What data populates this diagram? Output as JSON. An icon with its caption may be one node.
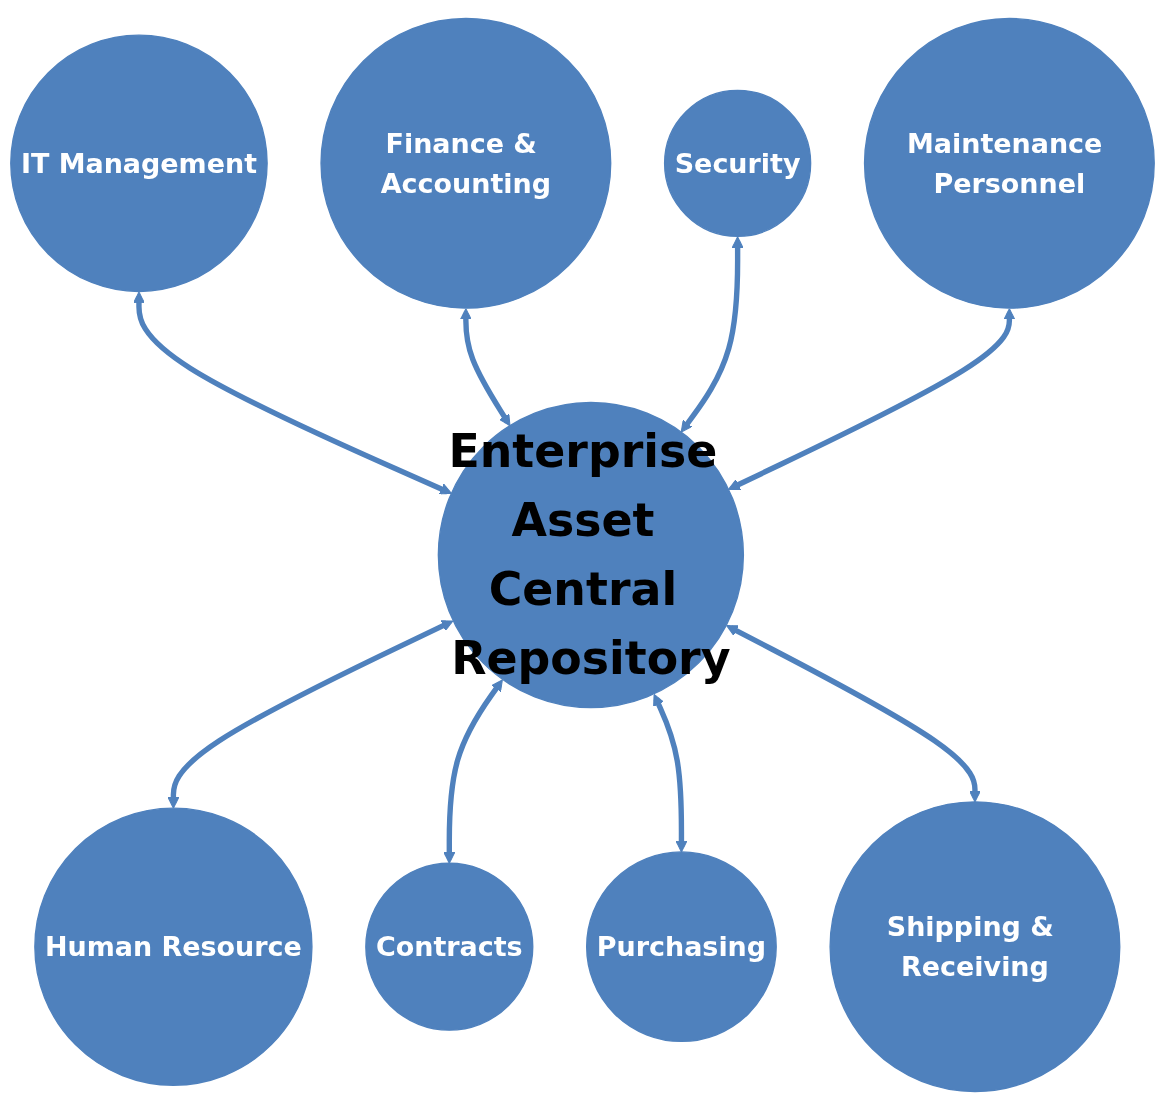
{
  "diagram": {
    "nodes": [
      {
        "text": [
          "Finance & Accounting"
        ]
      },
      {
        "text": [
          "IT Management"
        ]
      },
      {
        "text": [
          "Security"
        ]
      },
      {
        "text": [
          "Enterprise Asset Central Repository"
        ]
      },
      {
        "text": [
          "Maintenance Personnel"
        ]
      },
      {
        "text": [
          "Human Resource"
        ]
      },
      {
        "text": [
          "Contracts"
        ]
      },
      {
        "text": [
          "Shipping & Receiving"
        ]
      },
      {
        "text": [
          "Purchasing"
        ]
      }
    ],
    "edges": [
      {
        "from": 1,
        "to": 3,
        "arrow": "both"
      },
      {
        "from": 0,
        "to": 3,
        "arrow": "both"
      },
      {
        "from": 2,
        "to": 3,
        "arrow": "both"
      },
      {
        "from": 4,
        "to": 3,
        "arrow": "both"
      },
      {
        "from": 3,
        "to": 5,
        "arrow": "both"
      },
      {
        "from": 3,
        "to": 6,
        "arrow": "both"
      },
      {
        "from": 3,
        "to": 8,
        "arrow": "both"
      },
      {
        "from": 3,
        "to": 7,
        "arrow": "both"
      }
    ]
  }
}
